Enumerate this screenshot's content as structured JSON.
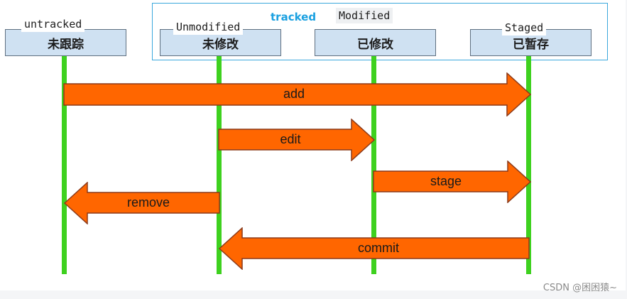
{
  "tracked_label": "tracked",
  "states": [
    {
      "tag": "untracked",
      "label": "未跟踪"
    },
    {
      "tag": "Unmodified",
      "label": "未修改"
    },
    {
      "tag": "Modified",
      "label": "已修改"
    },
    {
      "tag": "Staged",
      "label": "已暂存"
    }
  ],
  "arrows": {
    "add": "add",
    "edit": "edit",
    "stage": "stage",
    "remove": "remove",
    "commit": "commit"
  },
  "colors": {
    "arrow_fill": "#ff6600",
    "arrow_stroke": "#8b3a1a",
    "lifeline": "#3ed11f",
    "box_fill": "#cfe1f2",
    "tracked_frame": "#3aa7dc"
  },
  "watermark": "CSDN @困困猿~"
}
